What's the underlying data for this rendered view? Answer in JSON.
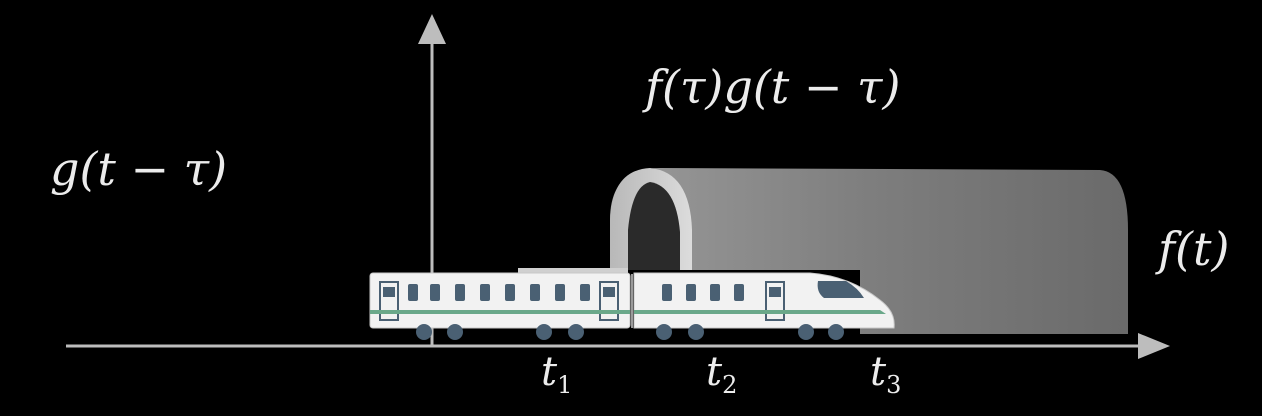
{
  "labels": {
    "g_shifted": "g(t − τ)",
    "product": "f(τ)g(t − τ)",
    "f_of_t": "f(t)"
  },
  "ticks": [
    {
      "base": "t",
      "sub": "1"
    },
    {
      "base": "t",
      "sub": "2"
    },
    {
      "base": "t",
      "sub": "3"
    }
  ],
  "colors": {
    "background": "#000000",
    "axis": "#bdbdbd",
    "text": "#ececec",
    "train_body": "#f2f2f2",
    "train_windows": "#4a6073",
    "train_stripe": "#6aa88a",
    "tunnel": "#8a8a8a"
  }
}
